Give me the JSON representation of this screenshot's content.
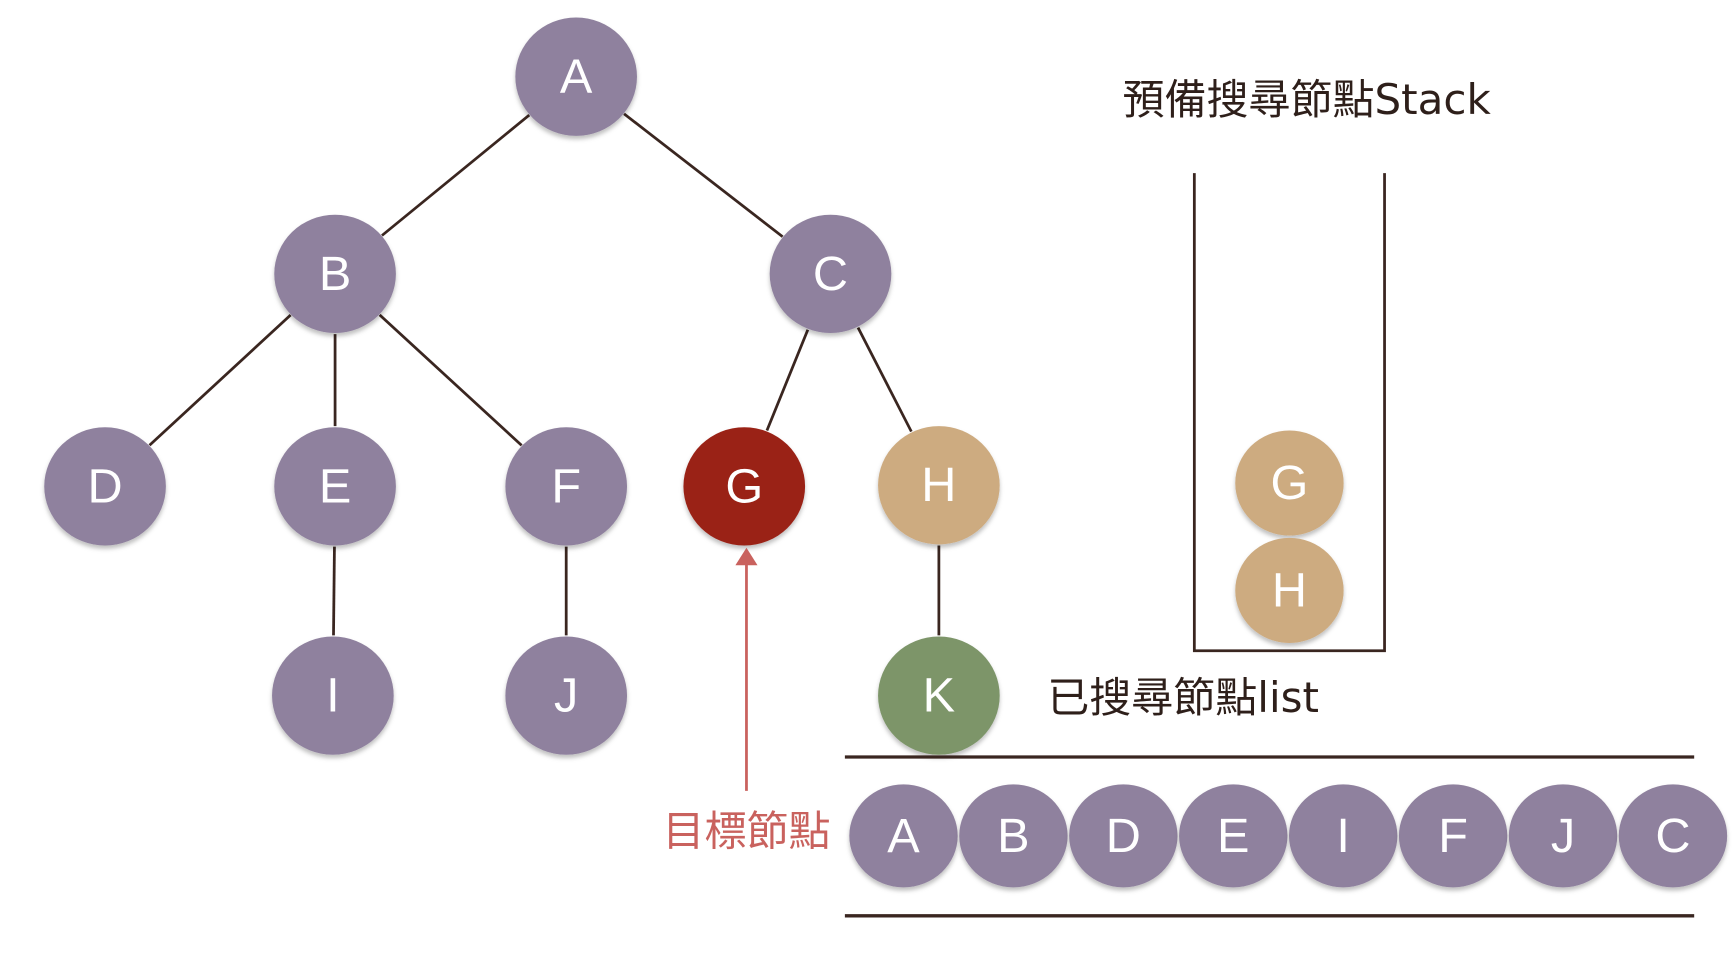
{
  "colors": {
    "visited": "#8f819e",
    "target": "#9a2419",
    "stack": "#cdab80",
    "unvisited": "#7d9569",
    "line": "#3a2620",
    "annotation": "#c9625e"
  },
  "tree": {
    "nodes": [
      {
        "id": "A",
        "state": "visited"
      },
      {
        "id": "B",
        "state": "visited"
      },
      {
        "id": "C",
        "state": "visited"
      },
      {
        "id": "D",
        "state": "visited"
      },
      {
        "id": "E",
        "state": "visited"
      },
      {
        "id": "F",
        "state": "visited"
      },
      {
        "id": "G",
        "state": "target"
      },
      {
        "id": "H",
        "state": "stack"
      },
      {
        "id": "I",
        "state": "visited"
      },
      {
        "id": "J",
        "state": "visited"
      },
      {
        "id": "K",
        "state": "unvisited"
      }
    ],
    "edges": [
      [
        "A",
        "B"
      ],
      [
        "A",
        "C"
      ],
      [
        "B",
        "D"
      ],
      [
        "B",
        "E"
      ],
      [
        "B",
        "F"
      ],
      [
        "C",
        "G"
      ],
      [
        "C",
        "H"
      ],
      [
        "E",
        "I"
      ],
      [
        "F",
        "J"
      ],
      [
        "H",
        "K"
      ]
    ]
  },
  "stack": {
    "title": "預備搜尋節點Stack",
    "items": [
      "G",
      "H"
    ]
  },
  "visited_list": {
    "title": "已搜尋節點list",
    "items": [
      "A",
      "B",
      "D",
      "E",
      "I",
      "F",
      "J",
      "C"
    ]
  },
  "target_label": "目標節點"
}
